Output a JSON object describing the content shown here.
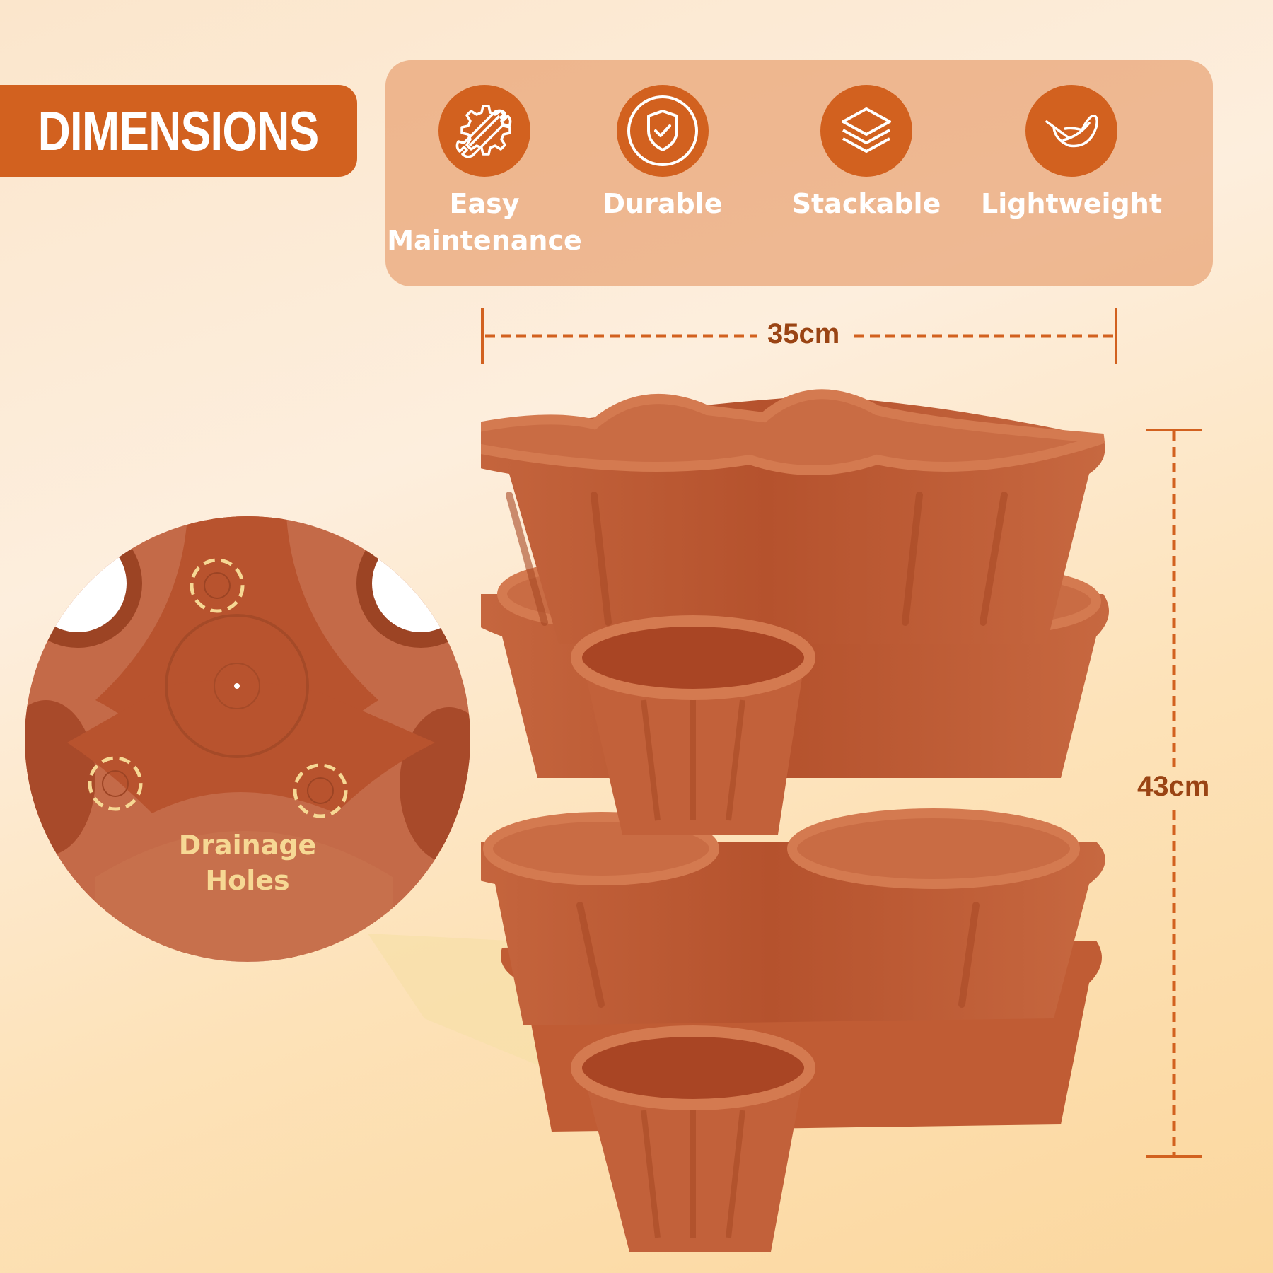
{
  "header": {
    "title": "DIMENSIONS"
  },
  "features": [
    {
      "icon": "gear-wrench-icon",
      "label_line1": "Easy",
      "label_line2": "Maintenance"
    },
    {
      "icon": "shield-check-icon",
      "label_line1": "Durable",
      "label_line2": ""
    },
    {
      "icon": "layers-icon",
      "label_line1": "Stackable",
      "label_line2": ""
    },
    {
      "icon": "feather-icon",
      "label_line1": "Lightweight",
      "label_line2": ""
    }
  ],
  "dimensions": {
    "width": "35cm",
    "height": "43cm"
  },
  "inset": {
    "label_line1": "Drainage",
    "label_line2": "Holes"
  },
  "colors": {
    "accent": "#d2611f",
    "panel": "#e8a27a",
    "dimension_text": "#9a4414",
    "pot": "#c4623a",
    "highlight_text": "#f6d894"
  }
}
